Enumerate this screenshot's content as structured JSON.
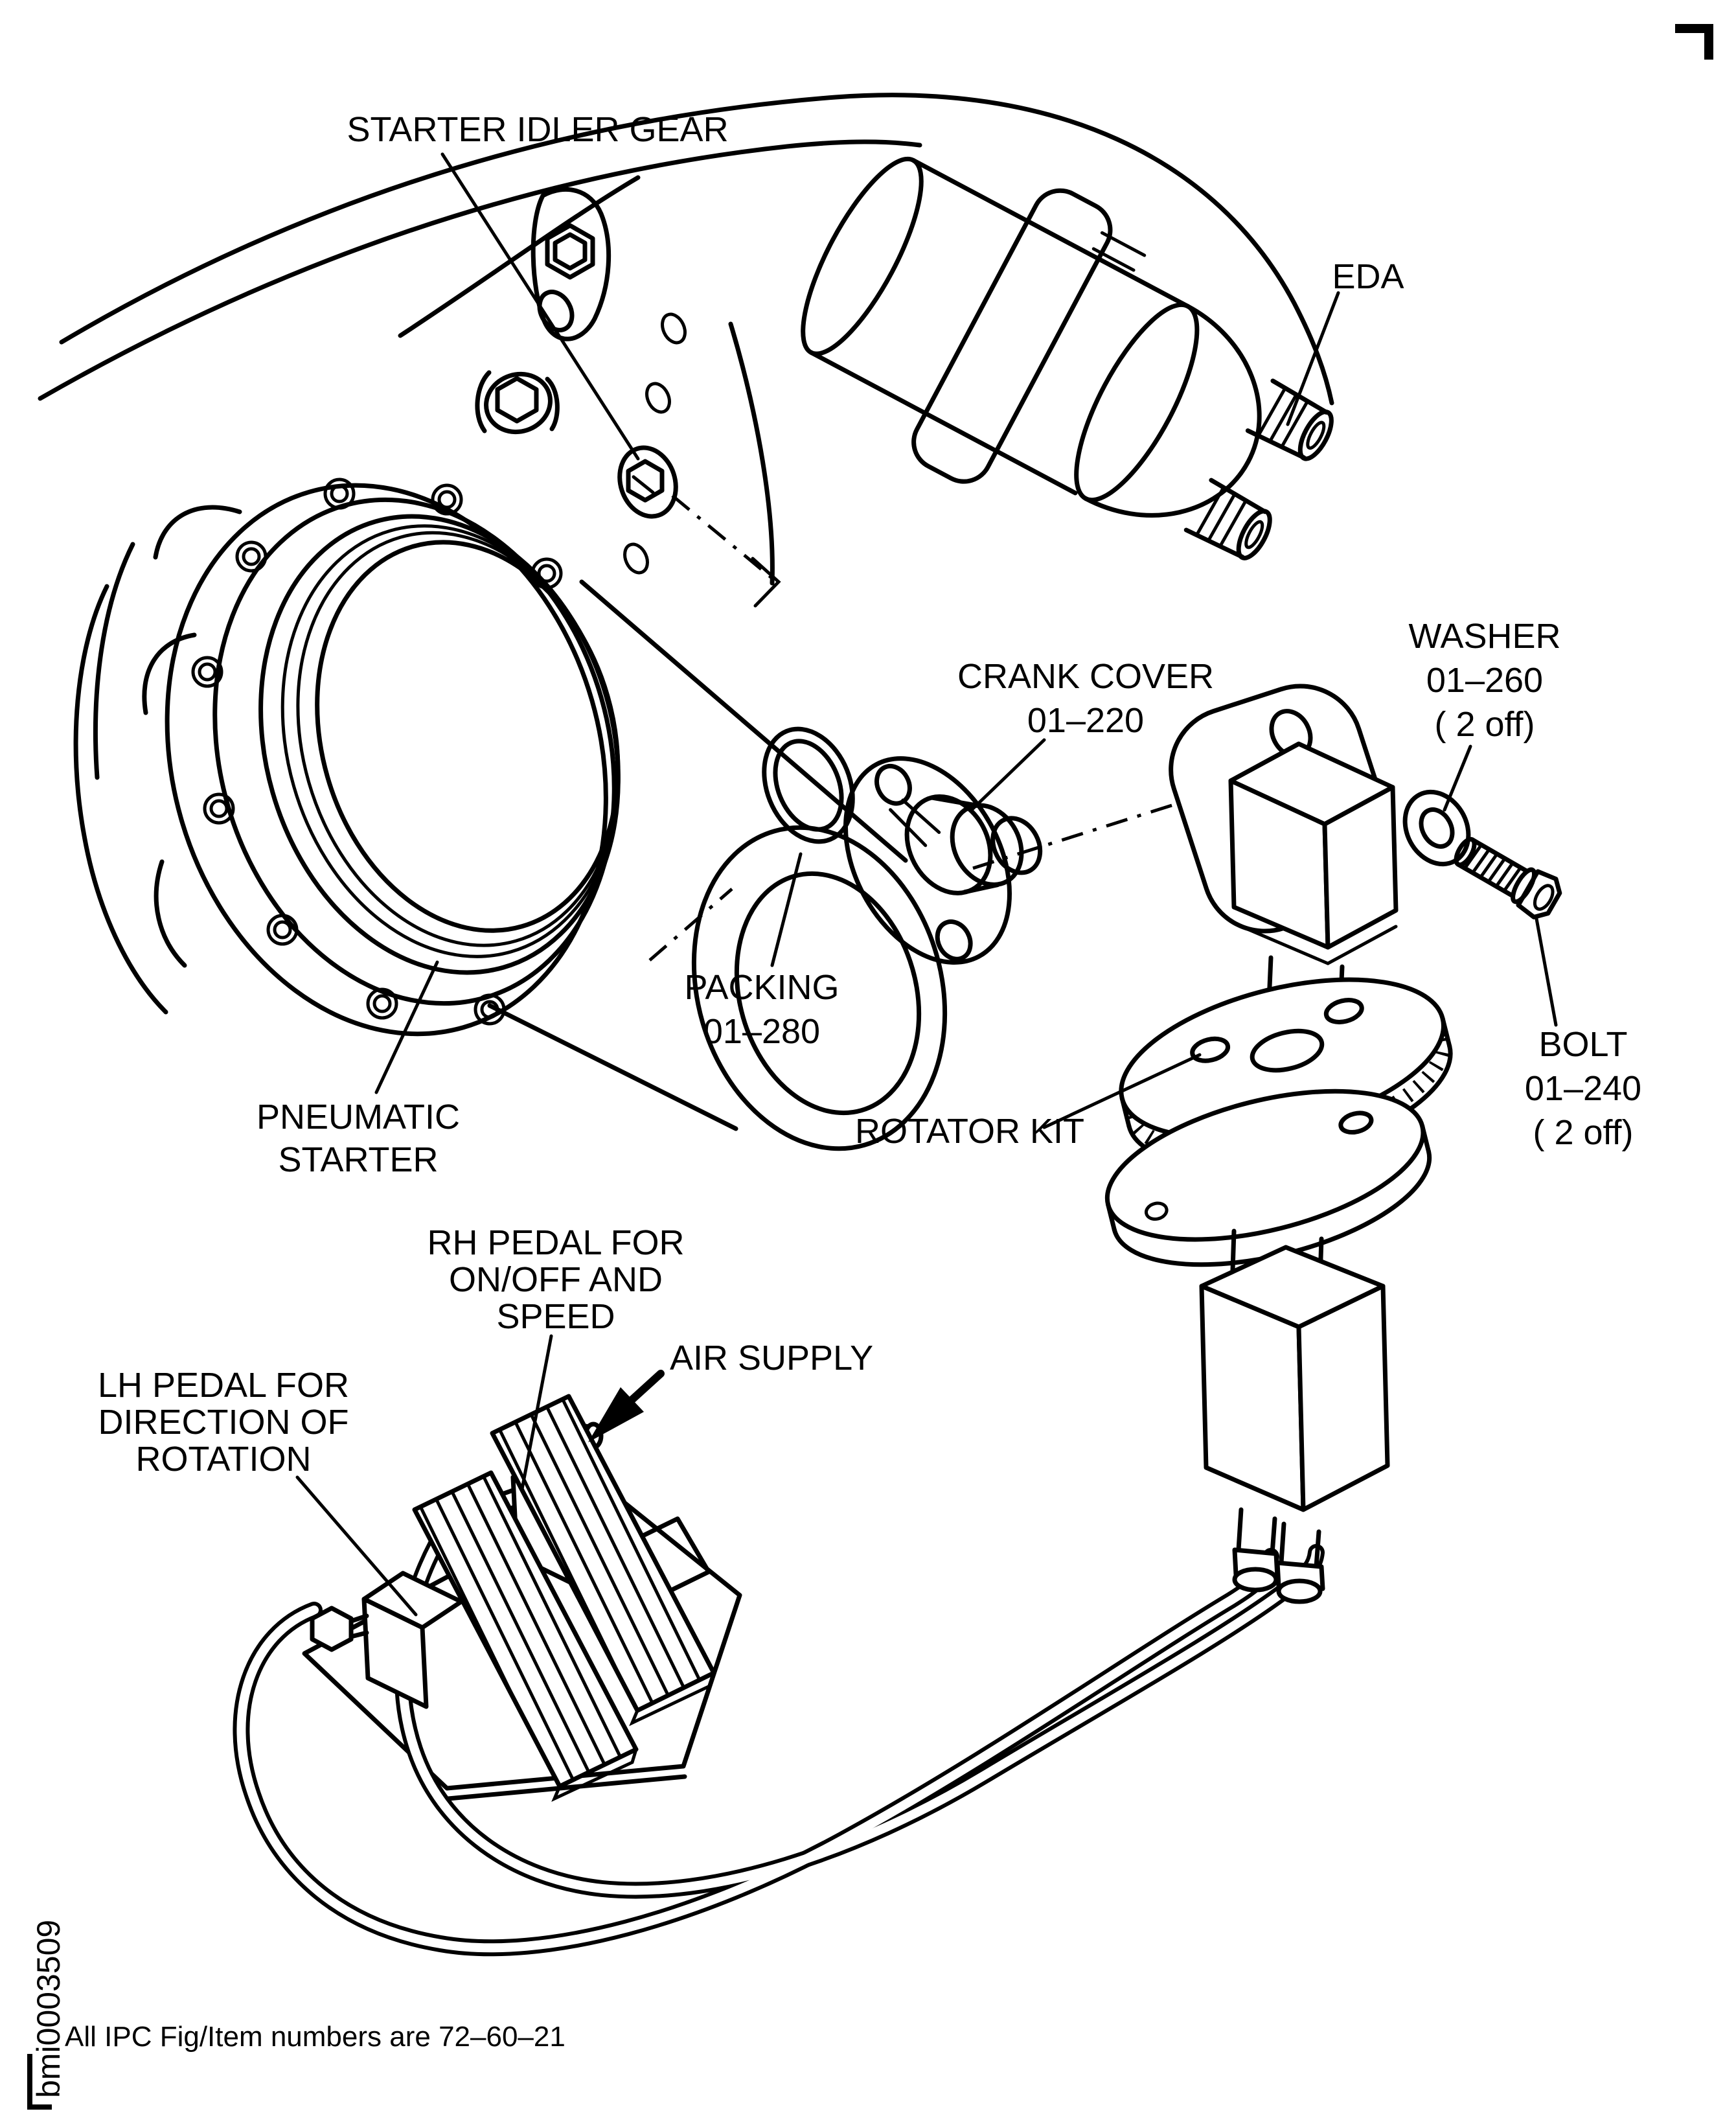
{
  "figure": {
    "caption": "All IPC Fig/Item numbers are 72–60–21",
    "doc_id": "bmi0003509",
    "ink_color": "#000000",
    "paper_color": "#ffffff",
    "type": "exploded parts / installation diagram"
  },
  "labels": {
    "starter_idler_gear": {
      "lines": [
        "STARTER IDLER GEAR"
      ]
    },
    "eda": {
      "lines": [
        "EDA"
      ]
    },
    "washer": {
      "lines": [
        "WASHER",
        "01–260",
        "( 2 off)"
      ]
    },
    "crank_cover": {
      "lines": [
        "CRANK COVER",
        "01–220"
      ]
    },
    "packing": {
      "lines": [
        "PACKING",
        "01–280"
      ]
    },
    "bolt": {
      "lines": [
        "BOLT",
        "01–240",
        "( 2 off)"
      ]
    },
    "pneumatic_starter": {
      "lines": [
        "PNEUMATIC",
        "STARTER"
      ]
    },
    "rotator_kit": {
      "lines": [
        "ROTATOR KIT"
      ]
    },
    "rh_pedal": {
      "lines": [
        "RH PEDAL FOR",
        "ON/OFF AND",
        "SPEED"
      ]
    },
    "air_supply": {
      "lines": [
        "AIR SUPPLY"
      ]
    },
    "lh_pedal": {
      "lines": [
        "LH PEDAL FOR",
        "DIRECTION OF",
        "ROTATION"
      ]
    }
  },
  "parts": [
    {
      "name": "Starter idler gear",
      "number": "",
      "qty": ""
    },
    {
      "name": "EDA",
      "number": "",
      "qty": ""
    },
    {
      "name": "Washer",
      "number": "01–260",
      "qty": "2 off"
    },
    {
      "name": "Crank cover",
      "number": "01–220",
      "qty": ""
    },
    {
      "name": "Packing",
      "number": "01–280",
      "qty": ""
    },
    {
      "name": "Bolt",
      "number": "01–240",
      "qty": "2 off"
    },
    {
      "name": "Pneumatic starter",
      "number": "",
      "qty": ""
    },
    {
      "name": "Rotator kit",
      "number": "",
      "qty": ""
    },
    {
      "name": "RH pedal for on/off and speed",
      "number": "",
      "qty": ""
    },
    {
      "name": "Air supply",
      "number": "",
      "qty": ""
    },
    {
      "name": "LH pedal for direction of rotation",
      "number": "",
      "qty": ""
    }
  ]
}
